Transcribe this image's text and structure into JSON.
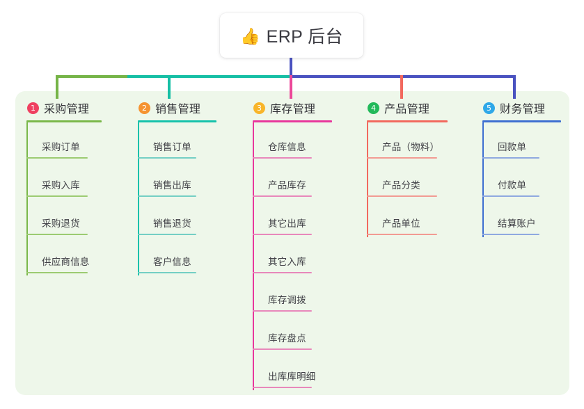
{
  "page": {
    "background": "#ffffff",
    "panel_background": "#eef7ea"
  },
  "root": {
    "icon": "thumbs-up-icon",
    "emoji": "👍",
    "title": "ERP 后台",
    "stem_color": "#4a52c0"
  },
  "connector": {
    "segment_colors": [
      "#76b448",
      "#16bfa5",
      "#4a52c0"
    ],
    "stub_colors": [
      "#76b448",
      "#16bfa5",
      "#ec4899",
      "#f2695e",
      "#4a52c0"
    ]
  },
  "columns": [
    {
      "number": "1",
      "title": "采购管理",
      "badge_color": "#ef4060",
      "accent": "#7ab84a",
      "leaf_accent": "#9ccb72",
      "items": [
        "采购订单",
        "采购入库",
        "采购退货",
        "供应商信息"
      ]
    },
    {
      "number": "2",
      "title": "销售管理",
      "badge_color": "#f59331",
      "accent": "#16c2ab",
      "leaf_accent": "#74cfc4",
      "items": [
        "销售订单",
        "销售出库",
        "销售退货",
        "客户信息"
      ]
    },
    {
      "number": "3",
      "title": "库存管理",
      "badge_color": "#f8b52a",
      "accent": "#e8379c",
      "leaf_accent": "#e888bb",
      "items": [
        "仓库信息",
        "产品库存",
        "其它出库",
        "其它入库",
        "库存调拨",
        "库存盘点",
        "出库库明细"
      ]
    },
    {
      "number": "4",
      "title": "产品管理",
      "badge_color": "#22b95a",
      "accent": "#f2695e",
      "leaf_accent": "#f29b93",
      "items": [
        "产品（物料）",
        "产品分类",
        "产品单位"
      ]
    },
    {
      "number": "5",
      "title": "财务管理",
      "badge_color": "#2fa8e8",
      "accent": "#3e6fd1",
      "leaf_accent": "#8fa9e0",
      "items": [
        "回款单",
        "付款单",
        "结算账户"
      ]
    }
  ]
}
